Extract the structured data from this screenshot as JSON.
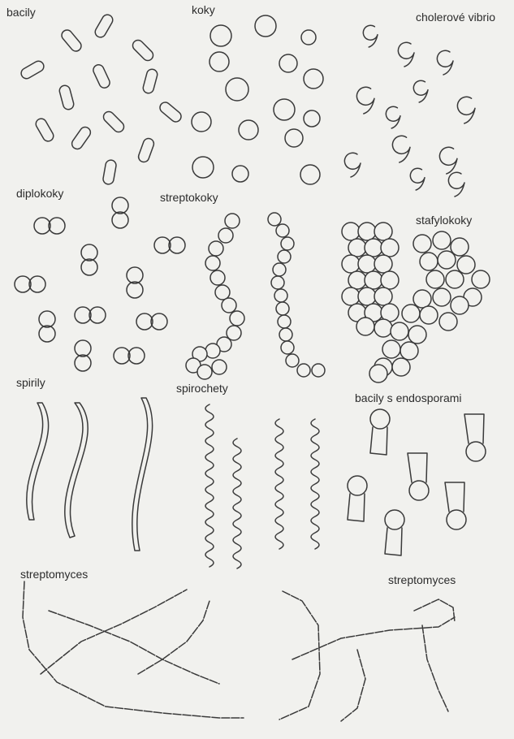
{
  "labels": {
    "bacily": "bacily",
    "koky": "koky",
    "vibrio": "cholerové vibrio",
    "diplokoky": "diplokoky",
    "streptokoky": "streptokoky",
    "stafylokoky": "stafylokoky",
    "spirily": "spirily",
    "spirochety": "spirochety",
    "endospory": "bacily s endosporami",
    "streptomyces_left": "streptomyces",
    "streptomyces_right": "streptomyces"
  },
  "colors": {
    "paper": "#f1f1ee",
    "ink": "#3a3a3a",
    "text": "#2c2c2c"
  }
}
